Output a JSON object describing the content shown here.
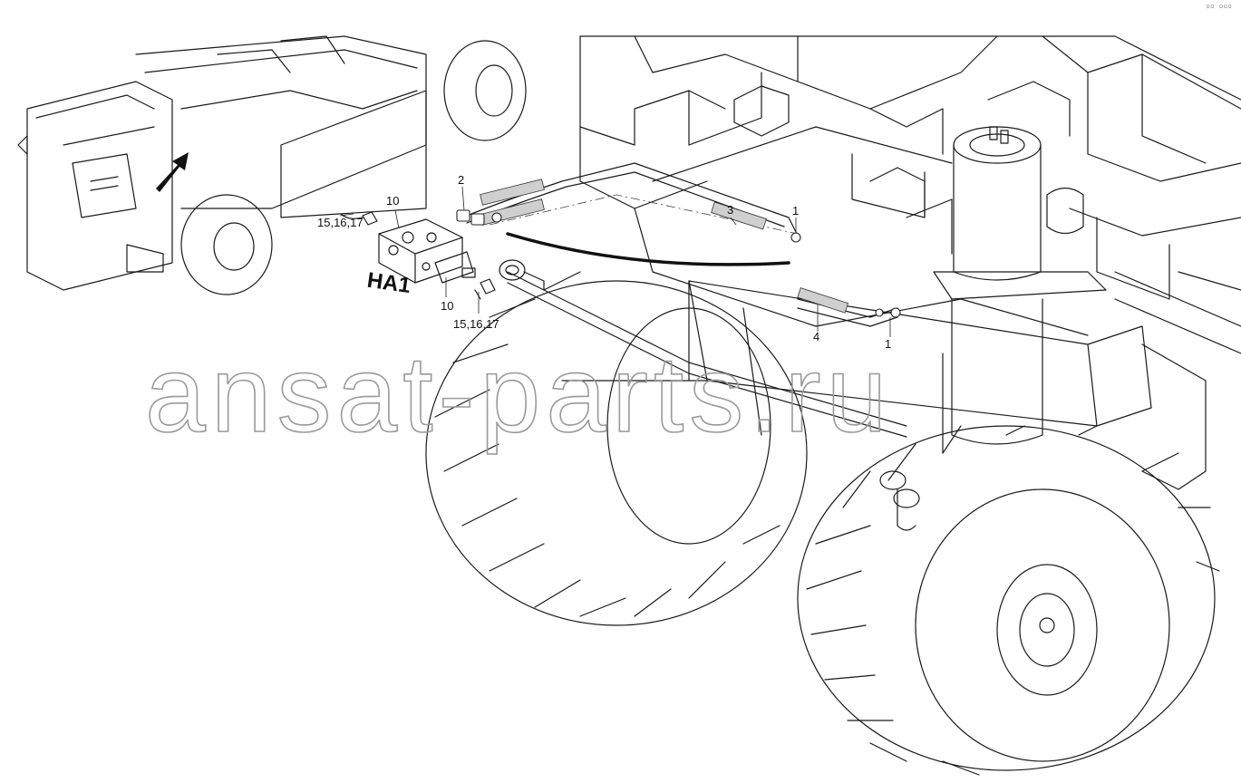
{
  "corner_mark": "▫▫ ▫▫▫",
  "labels": {
    "item_10_top": "10",
    "item_10_bottom": "10",
    "item_15_16_17_left": "15,16,17",
    "item_15_16_17_bottom": "15,16,17",
    "item_2": "2",
    "item_3": "3",
    "item_1_top": "1",
    "item_1_bottom": "1",
    "item_4": "4",
    "assembly": "HA1"
  },
  "watermark": "ansat-parts.ru",
  "colors": {
    "line": "#1a1a1a",
    "watermark": "#9a9a9a",
    "background": "#ffffff"
  }
}
